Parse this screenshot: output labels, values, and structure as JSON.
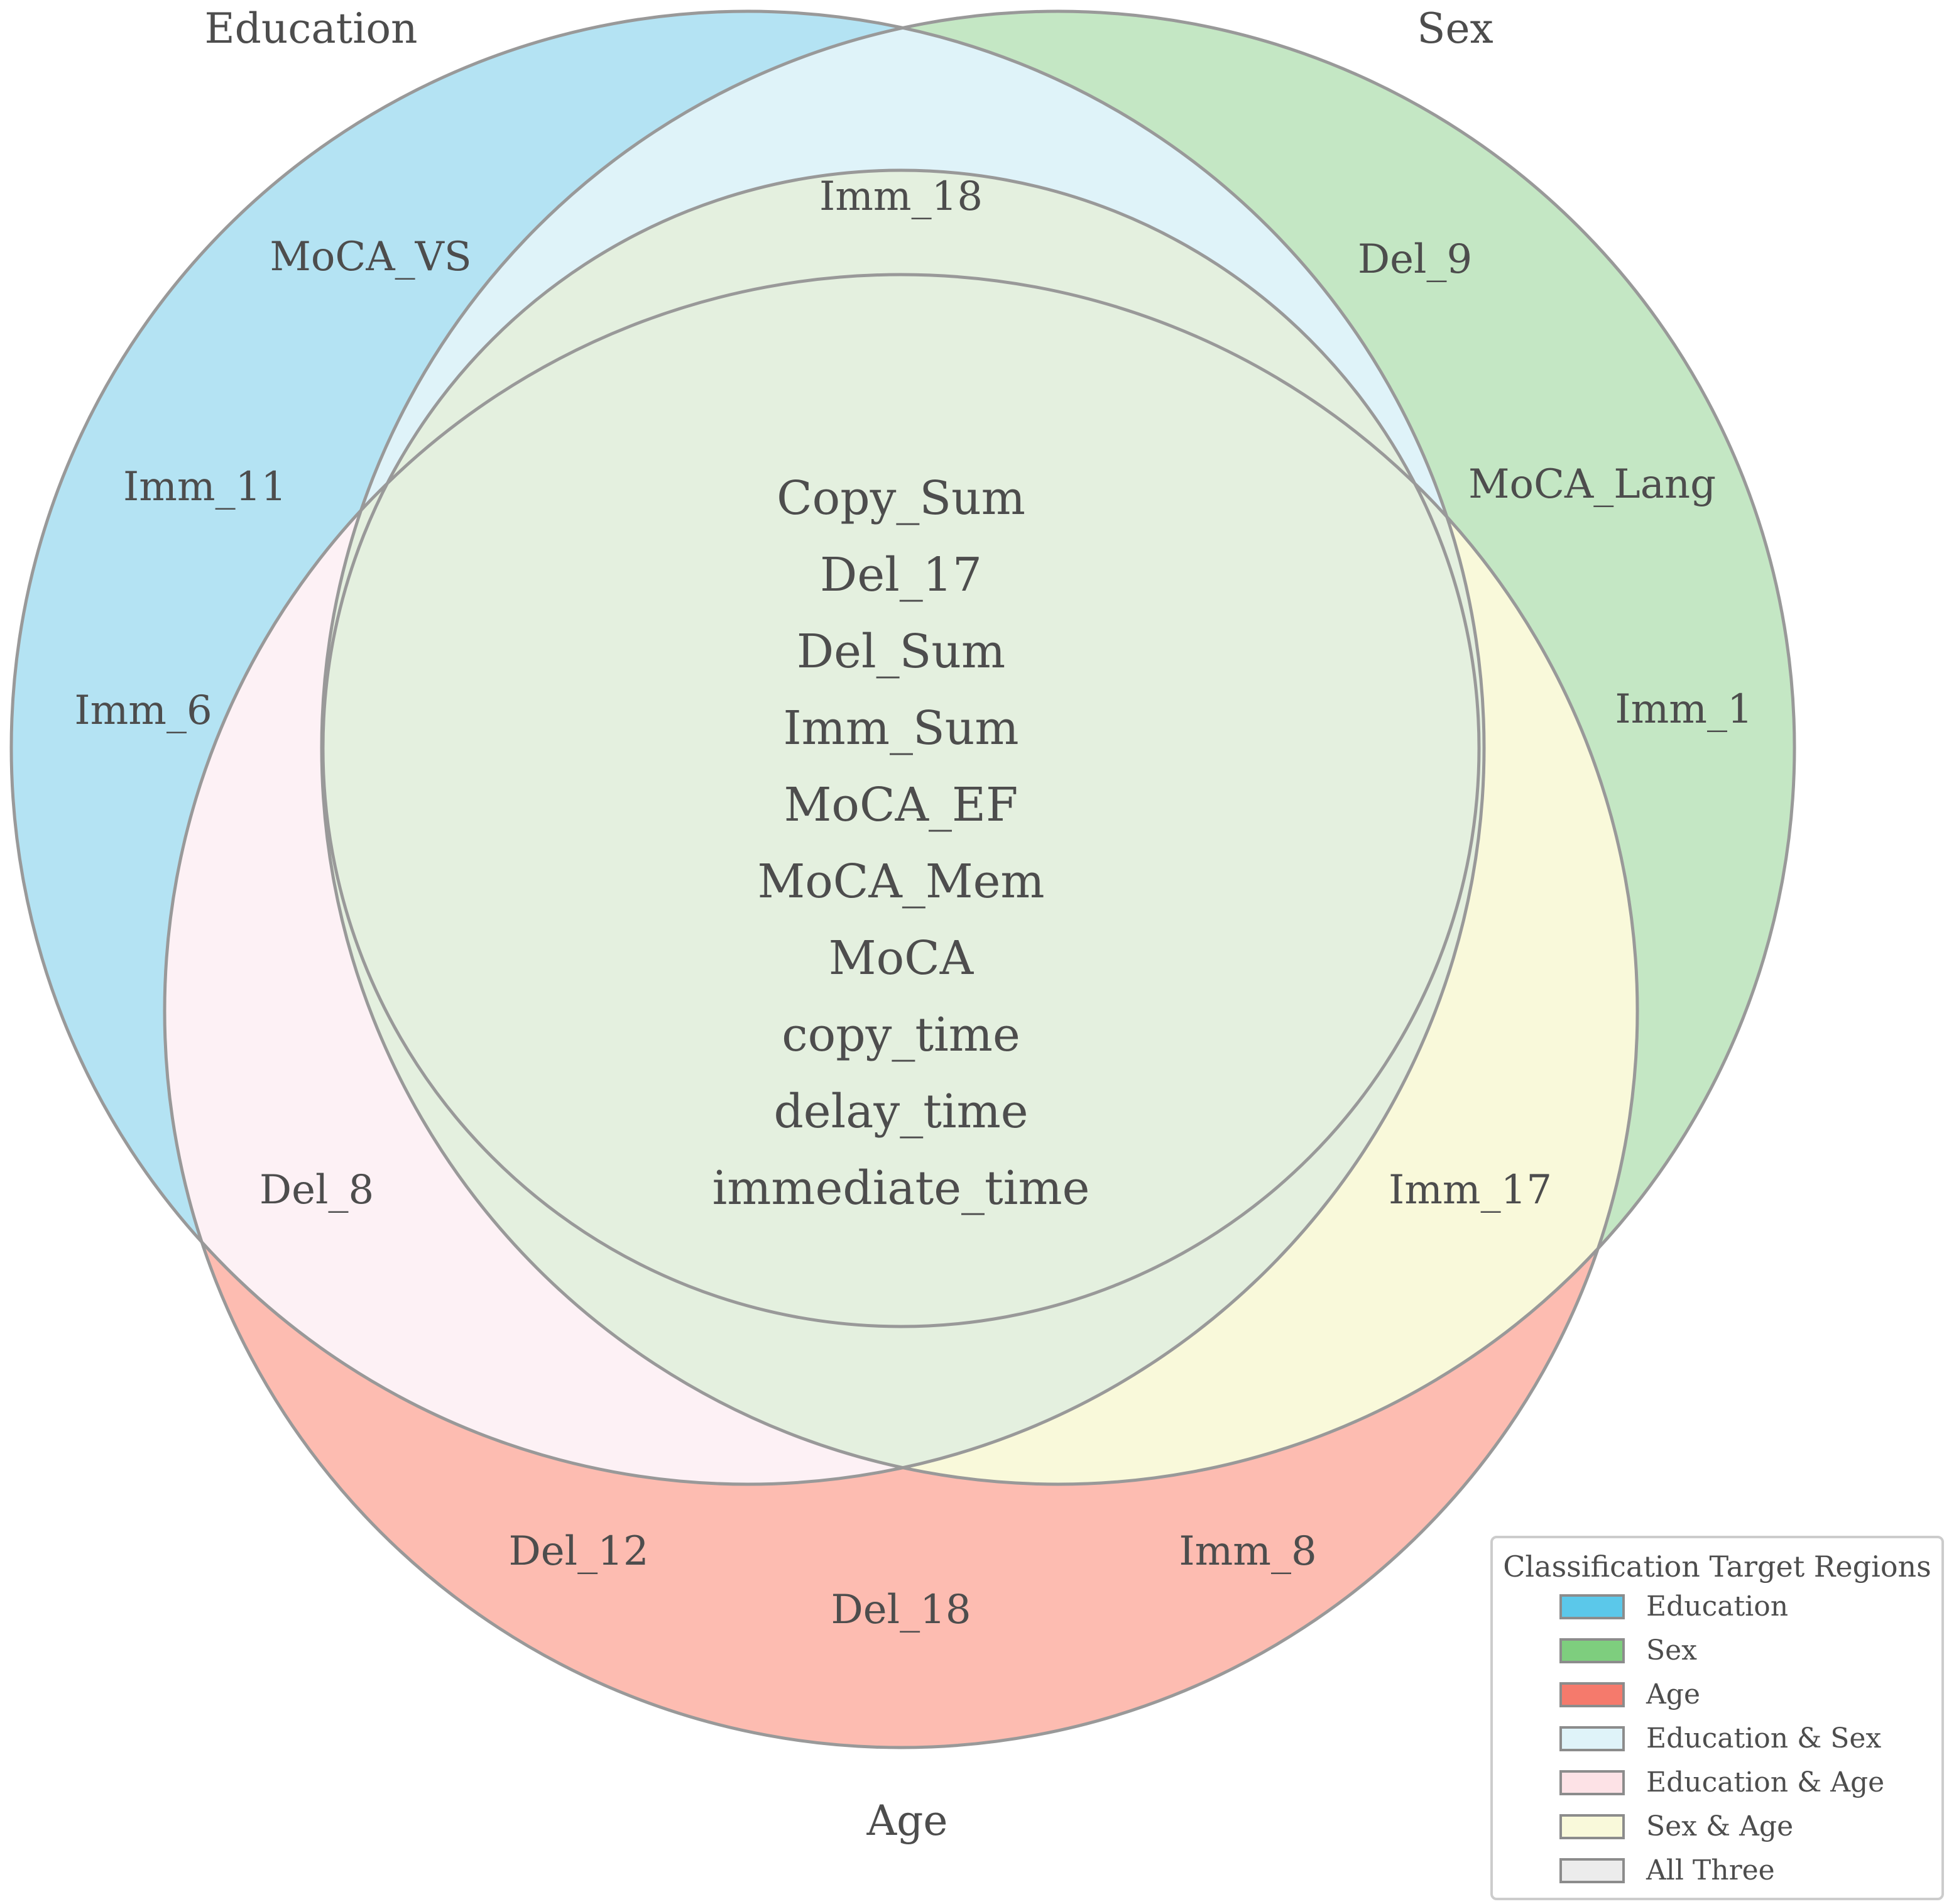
{
  "sets": {
    "education": {
      "title": "Education",
      "color": "#b4e3f3"
    },
    "sex": {
      "title": "Sex",
      "color": "#c4e7c4"
    },
    "age": {
      "title": "Age",
      "color": "#fdbcb1"
    }
  },
  "regions": {
    "education_only": [
      "MoCA_VS",
      "Imm_11",
      "Imm_6"
    ],
    "sex_only": [
      "Del_9",
      "MoCA_Lang",
      "Imm_1"
    ],
    "age_only": [
      "Del_12",
      "Del_18",
      "Imm_8"
    ],
    "education_sex": [
      "Imm_18"
    ],
    "education_age": [
      "Del_8"
    ],
    "sex_age": [
      "Imm_17"
    ],
    "all_three": [
      "Copy_Sum",
      "Del_17",
      "Del_Sum",
      "Imm_Sum",
      "MoCA_EF",
      "MoCA_Mem",
      "MoCA",
      "copy_time",
      "delay_time",
      "immediate_time"
    ]
  },
  "region_colors": {
    "education_sex": "#dff3f9",
    "education_age": "#fdf1f5",
    "sex_age": "#f9f9da",
    "all_three": "#e4f0df",
    "outline": "#999999"
  },
  "legend": {
    "title": "Classification Target Regions",
    "items": [
      {
        "label": "Education",
        "color": "#5bc8ea"
      },
      {
        "label": "Sex",
        "color": "#7ece7e"
      },
      {
        "label": "Age",
        "color": "#f57a6c"
      },
      {
        "label": "Education & Sex",
        "color": "#dff3f9"
      },
      {
        "label": "Education & Age",
        "color": "#fde2e6"
      },
      {
        "label": "Sex & Age",
        "color": "#f9f9da"
      },
      {
        "label": "All Three",
        "color": "#ececec"
      }
    ]
  }
}
